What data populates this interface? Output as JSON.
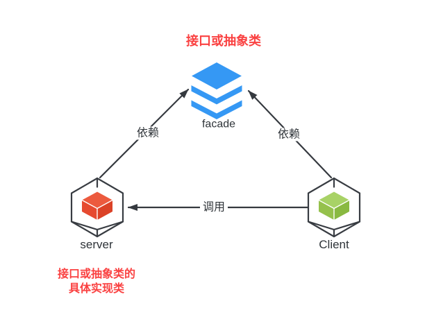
{
  "diagram": {
    "title": "接口或抽象类",
    "footnote": {
      "line1": "接口或抽象类的",
      "line2": "具体实现类"
    },
    "nodes": {
      "facade": {
        "label": "facade",
        "icon": "layers-icon"
      },
      "server": {
        "label": "server",
        "icon": "cube-icon"
      },
      "client": {
        "label": "Client",
        "icon": "cube-icon"
      }
    },
    "edges": {
      "server_to_facade": {
        "label": "依赖",
        "direction": "server → facade"
      },
      "client_to_facade": {
        "label": "依赖",
        "direction": "Client → facade"
      },
      "client_to_server": {
        "label": "调用",
        "direction": "Client → server"
      }
    },
    "colors": {
      "accent_red_text": "#FA4141",
      "facade_blue": "#3598F4",
      "server_cube_red": "#E64A30",
      "client_cube_green": "#95C14C",
      "stroke_dark": "#383C42"
    }
  }
}
